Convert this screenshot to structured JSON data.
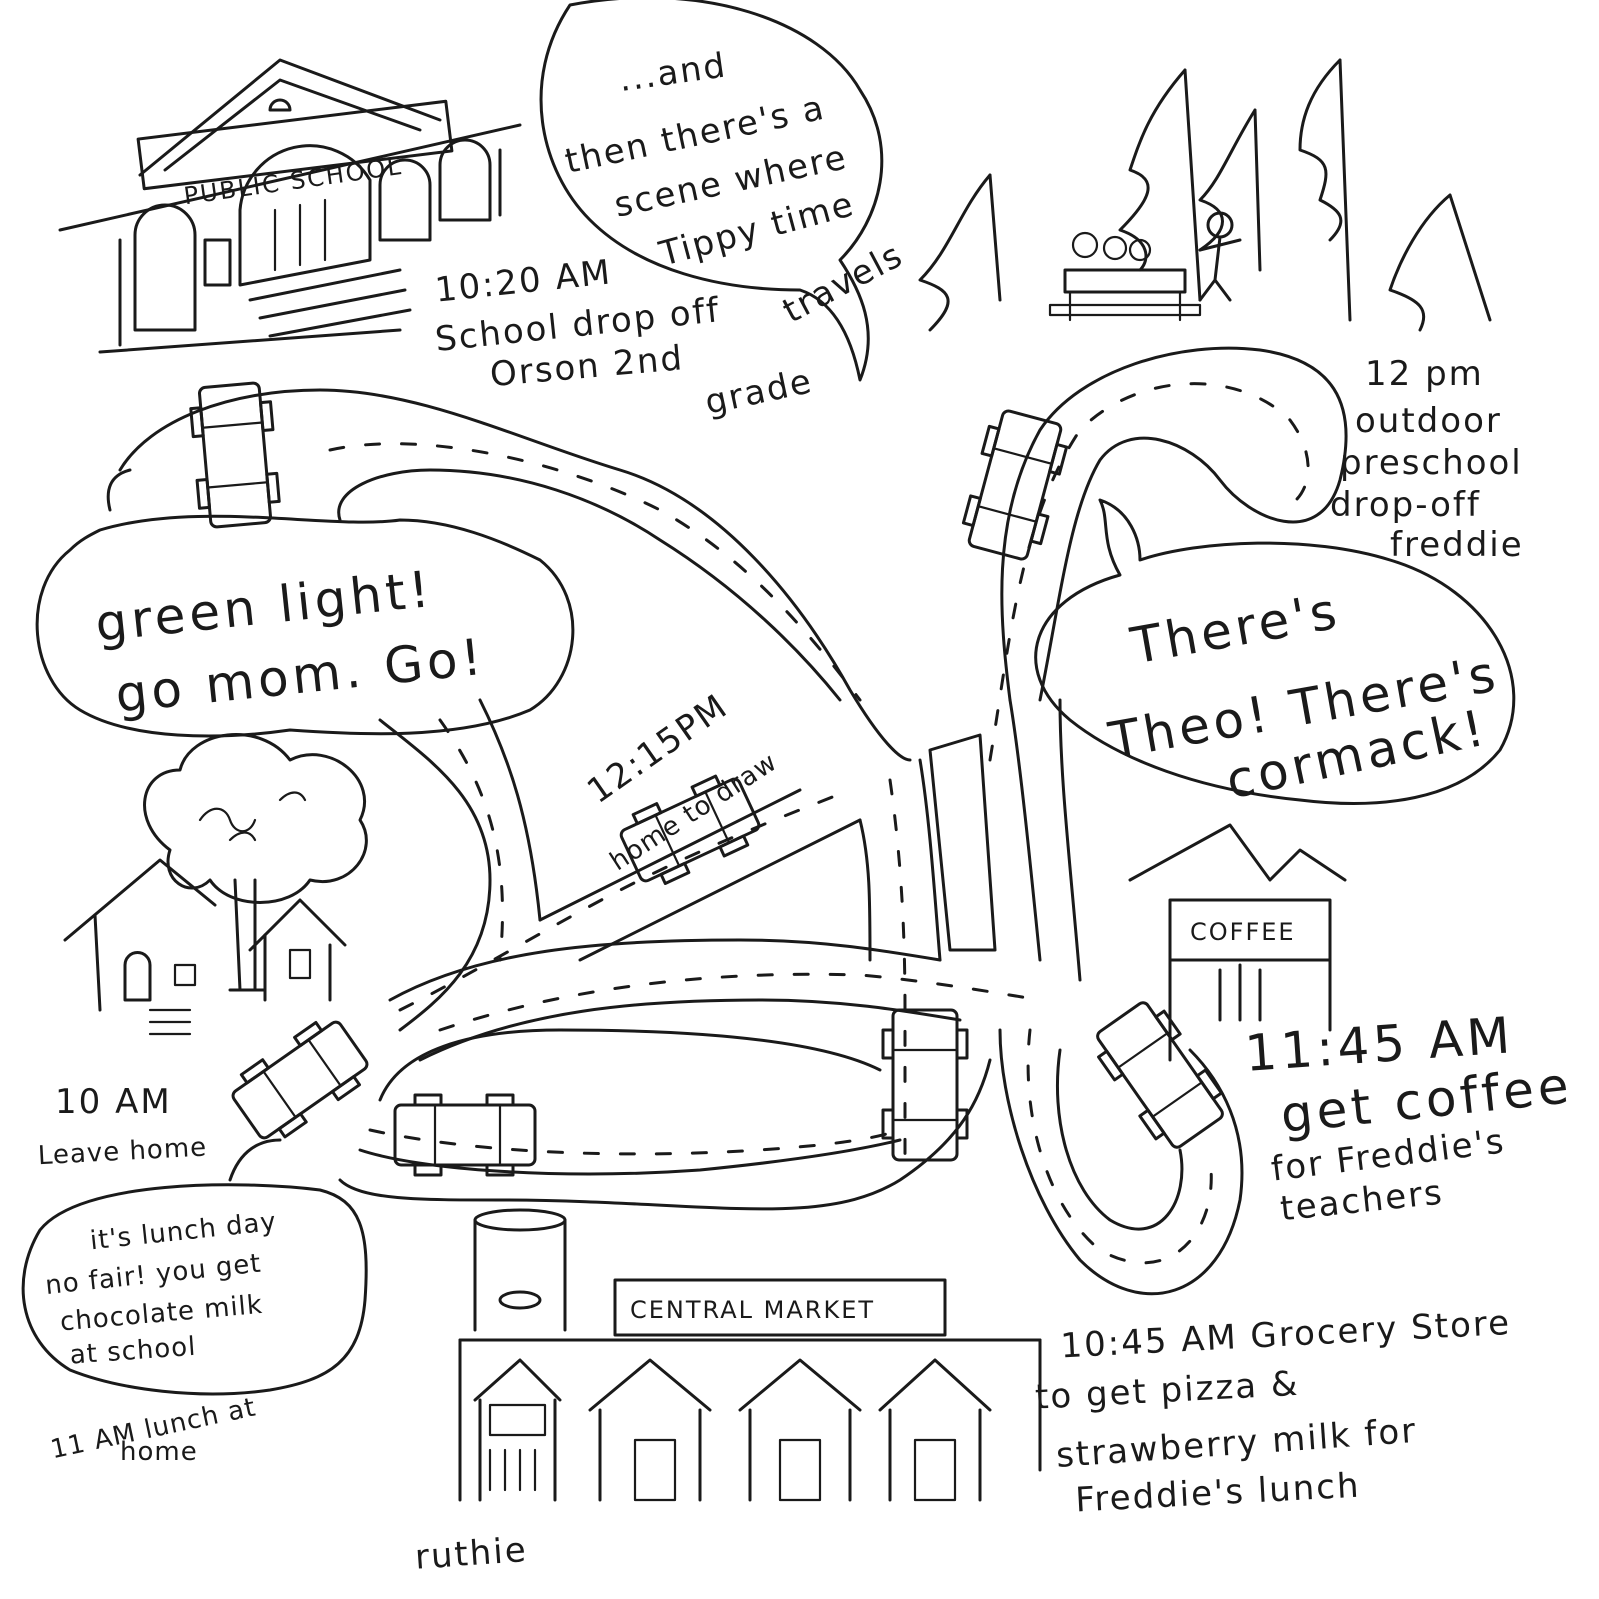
{
  "signs": {
    "school": "PUBLIC SCHOOL",
    "coffee": "COFFEE",
    "market": "CENTRAL MARKET"
  },
  "bubbles": {
    "time_travel": [
      "...and",
      "then there's a",
      "scene where",
      "Tippy time",
      "travels"
    ],
    "green_light": [
      "green light!",
      "go mom. Go!"
    ],
    "theo": [
      "There's",
      "Theo! There's",
      "cormack!"
    ],
    "lunch_day": [
      "it's lunch day",
      "no fair! you get",
      "chocolate milk",
      "at school"
    ]
  },
  "stops": {
    "school_drop": [
      "10:20 AM",
      "School drop off",
      "Orson 2nd",
      "grade"
    ],
    "preschool": [
      "12 pm",
      "outdoor",
      "preschool",
      "drop-off",
      "freddie"
    ],
    "home_draw": [
      "12:15PM",
      "home to draw"
    ],
    "leave_home": [
      "10 AM",
      "Leave home"
    ],
    "coffee_stop": [
      "11:45 AM",
      "get coffee",
      "for Freddie's",
      "teachers"
    ],
    "lunch_home": [
      "11 AM lunch at",
      "home"
    ],
    "grocery": [
      "10:45 AM Grocery Store",
      "to get pizza &",
      "strawberry milk for",
      "Freddie's lunch"
    ]
  },
  "signature": "ruthie"
}
